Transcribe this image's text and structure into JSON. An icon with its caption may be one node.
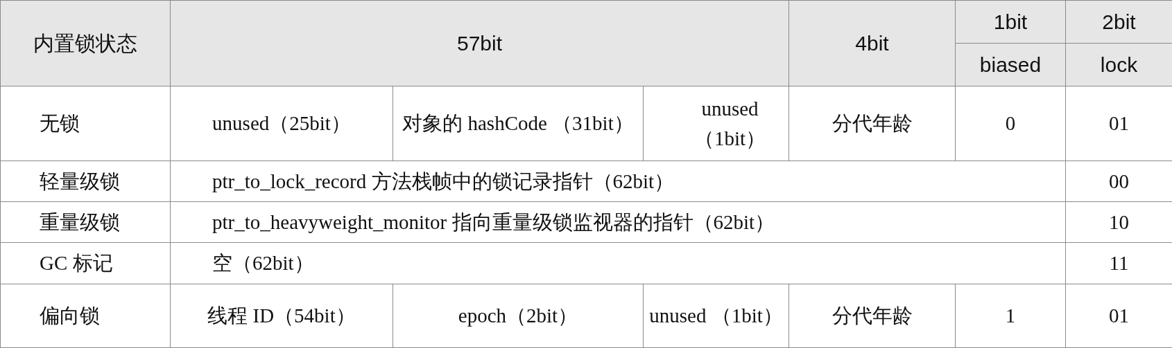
{
  "diagram": {
    "labels": [
      "内置锁状态",
      "57bit",
      "4bit",
      "1bit",
      "2bit",
      "biased",
      "lock",
      "无锁",
      "unused（25bit）",
      "对象的 hashCode （31bit）",
      "unused （1bit）",
      "分代年龄",
      "0",
      "01",
      "轻量级锁",
      "ptr_to_lock_record 方法栈帧中的锁记录指针（62bit）",
      "00",
      "重量级锁",
      "ptr_to_heavyweight_monitor 指向重量级锁监视器的指针（62bit）",
      "10",
      "GC 标记",
      "空（62bit）",
      "11",
      "偏向锁",
      "线程 ID（54bit）",
      "epoch（2bit）",
      "unused （1bit）",
      "分代年龄",
      "1",
      "01"
    ]
  }
}
